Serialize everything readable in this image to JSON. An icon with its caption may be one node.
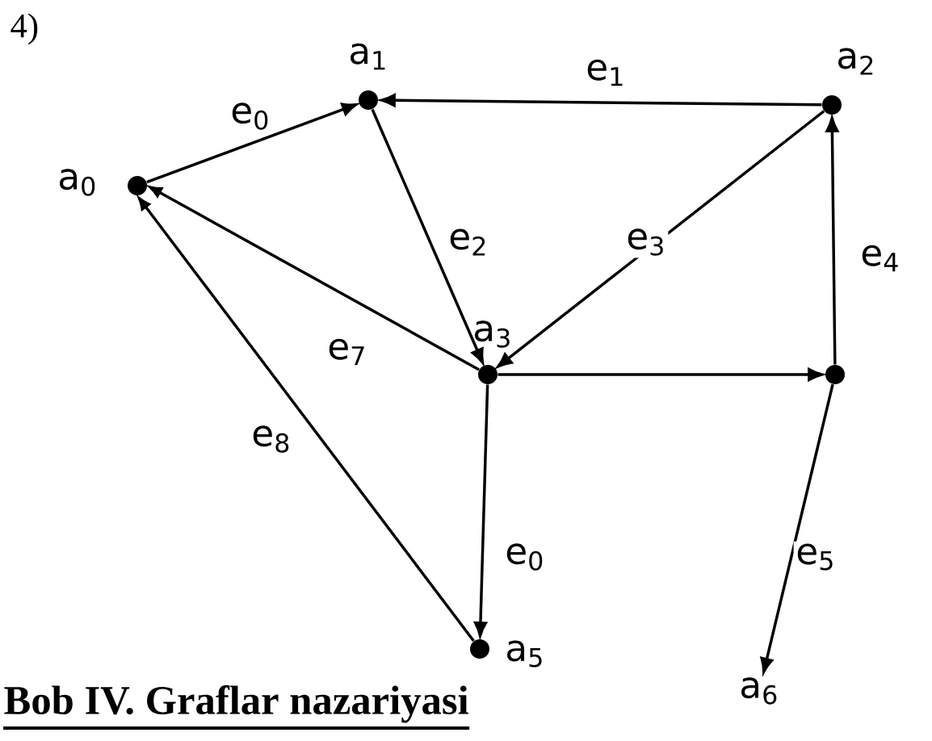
{
  "diagram": {
    "title": "Bob IV. Graflar nazariyasi",
    "nodes": [
      {
        "text": [],
        "shape": "circle",
        "beside": [
          "a$_{0}$"
        ]
      },
      {
        "text": [],
        "shape": "circle",
        "beside": [
          "a$_{1}$"
        ]
      },
      {
        "text": [],
        "shape": "circle",
        "beside": [
          "a$_{2}$"
        ]
      },
      {
        "text": [],
        "shape": "circle",
        "beside": [
          "a$_{3}$"
        ]
      },
      {
        "text": [],
        "shape": "circle"
      },
      {
        "text": [],
        "shape": "circle",
        "beside": [
          "a$_{5}$"
        ]
      },
      {
        "text": [
          "a$_{6}$"
        ]
      }
    ],
    "edges": [
      {
        "from": 0,
        "to": 1,
        "arrow": "to",
        "label": "e$_{0}$"
      },
      {
        "from": 2,
        "to": 1,
        "arrow": "to",
        "label": "e$_{1}$"
      },
      {
        "from": 1,
        "to": 3,
        "arrow": "to",
        "label": "e$_{2}$"
      },
      {
        "from": 2,
        "to": 3,
        "arrow": "to",
        "label": "e$_{3}$"
      },
      {
        "from": 4,
        "to": 2,
        "arrow": "to",
        "label": "e$_{4}$"
      },
      {
        "from": 3,
        "to": 4,
        "arrow": "to"
      },
      {
        "from": 3,
        "to": 5,
        "arrow": "to",
        "label": "e$_{0}$"
      },
      {
        "from": 4,
        "to": 6,
        "arrow": "to",
        "label": "e$_{5}$"
      },
      {
        "from": 3,
        "to": 0,
        "arrow": "to",
        "label": "e$_{7}$"
      },
      {
        "from": 5,
        "to": 0,
        "arrow": "to",
        "label": "e$_{8}$"
      }
    ],
    "labels": [
      "4)"
    ]
  }
}
